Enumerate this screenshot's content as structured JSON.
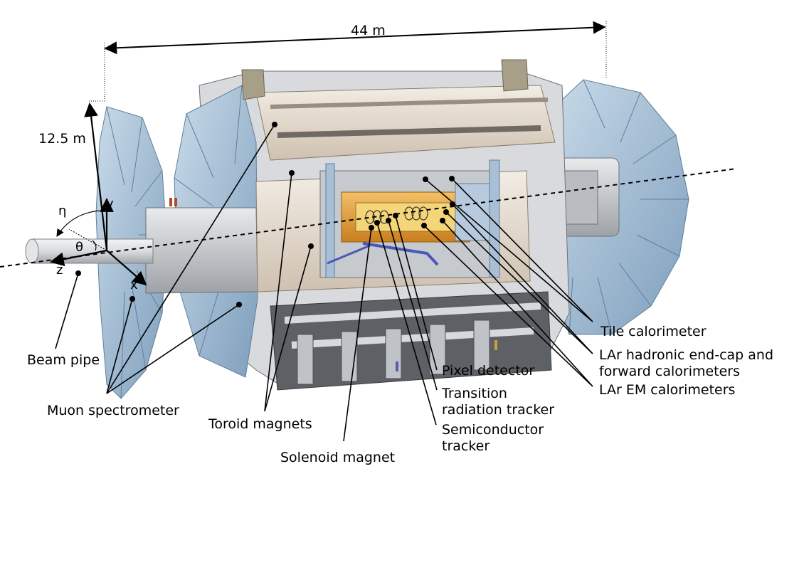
{
  "dimensions": {
    "length_label": "44 m",
    "height_label": "12.5 m"
  },
  "coordinate_axes": {
    "eta": "η",
    "theta": "θ",
    "x": "x",
    "y": "y",
    "z": "z"
  },
  "labels": {
    "beam_pipe": "Beam pipe",
    "muon_spectrometer": "Muon spectrometer",
    "toroid_magnets": "Toroid magnets",
    "solenoid_magnet": "Solenoid magnet",
    "semiconductor_tracker": [
      "Semiconductor",
      "tracker"
    ],
    "transition_radiation_tracker": [
      "Transition",
      "radiation tracker"
    ],
    "pixel_detector": "Pixel detector",
    "lar_em_calorimeters": "LAr EM calorimeters",
    "lar_hadronic": [
      "LAr hadronic end-cap and",
      "forward calorimeters"
    ],
    "tile_calorimeter": "Tile calorimeter"
  },
  "colors": {
    "steel_light": "#e6e8ea",
    "steel_mid": "#c5c8cc",
    "steel_dark": "#8e9298",
    "muon_blue": "#a9c3d9",
    "muon_blue_dark": "#6f8fad",
    "warm_shell": "#e7dccf",
    "calorimeter_orange": "#e7a13b",
    "inner_yellow": "#f2c95a",
    "rail_gray": "#7b7e82"
  }
}
